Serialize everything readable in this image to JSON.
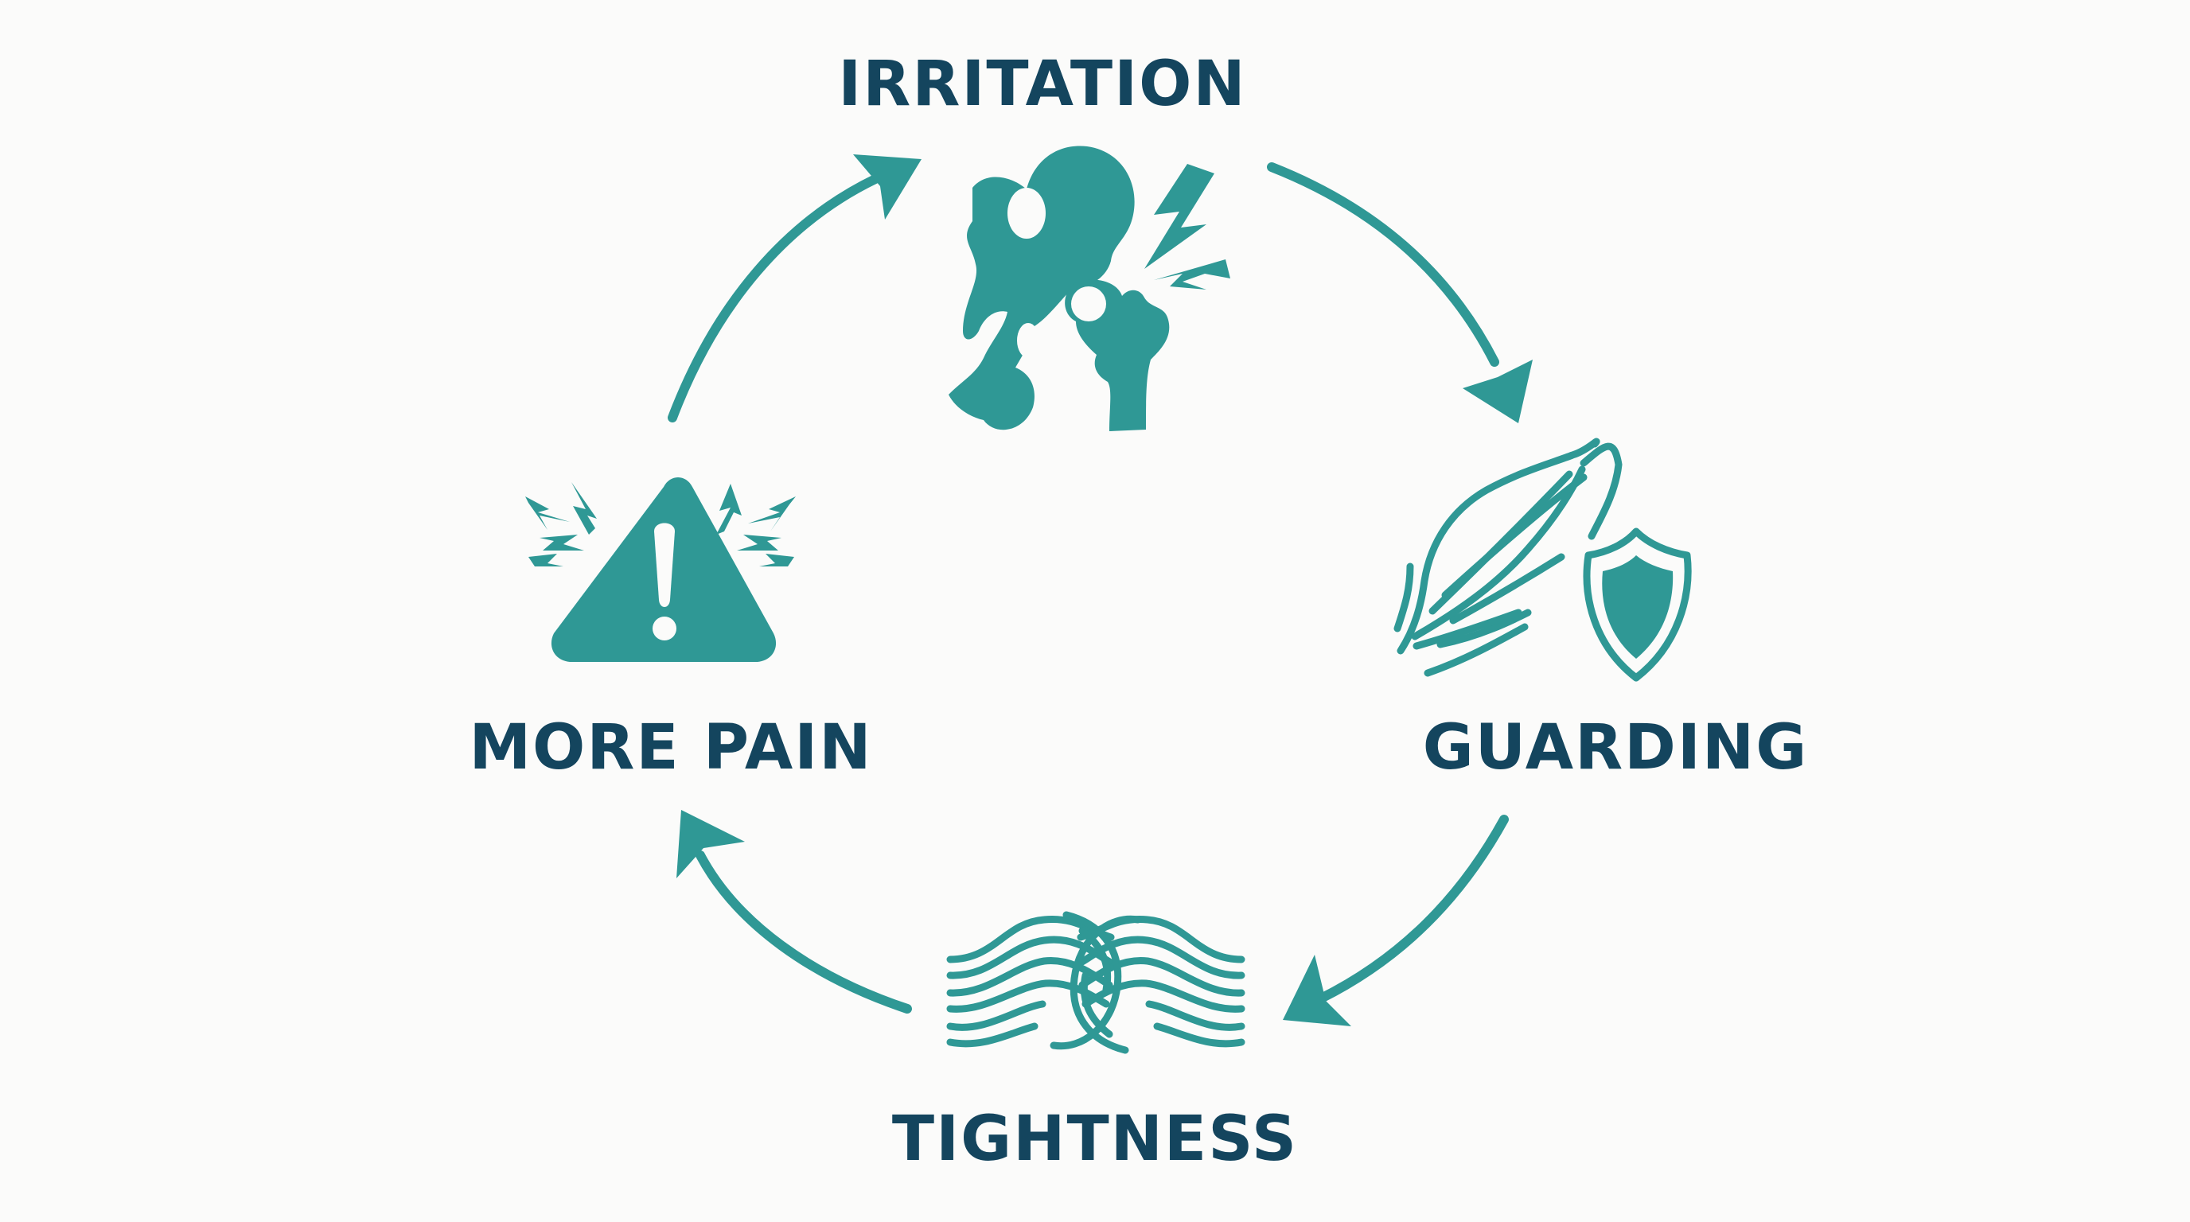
{
  "colors": {
    "accent": "#2f9895",
    "label": "#14455e",
    "background": "#fbfbfa"
  },
  "cycle": {
    "steps": [
      {
        "label": "IRRITATION",
        "icon": "hip-joint-pain-icon"
      },
      {
        "label": "GUARDING",
        "icon": "muscle-shield-icon"
      },
      {
        "label": "TIGHTNESS",
        "icon": "knotted-fibers-icon"
      },
      {
        "label": "MORE PAIN",
        "icon": "warning-pain-icon"
      }
    ],
    "direction": "clockwise"
  }
}
